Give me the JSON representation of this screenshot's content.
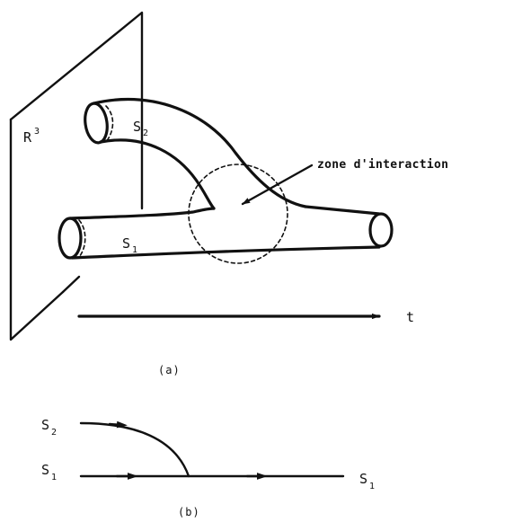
{
  "part_a": {
    "space_label": "R",
    "space_exponent": "3",
    "string_top_label": "S",
    "string_top_sub": "2",
    "string_bottom_label": "S",
    "string_bottom_sub": "1",
    "annotation": "zone d'interaction",
    "time_label": "t",
    "caption": "(a)"
  },
  "part_b": {
    "left_top_label": "S",
    "left_top_sub": "2",
    "left_bottom_label": "S",
    "left_bottom_sub": "1",
    "right_label": "S",
    "right_sub": "1",
    "caption": "(b)"
  }
}
